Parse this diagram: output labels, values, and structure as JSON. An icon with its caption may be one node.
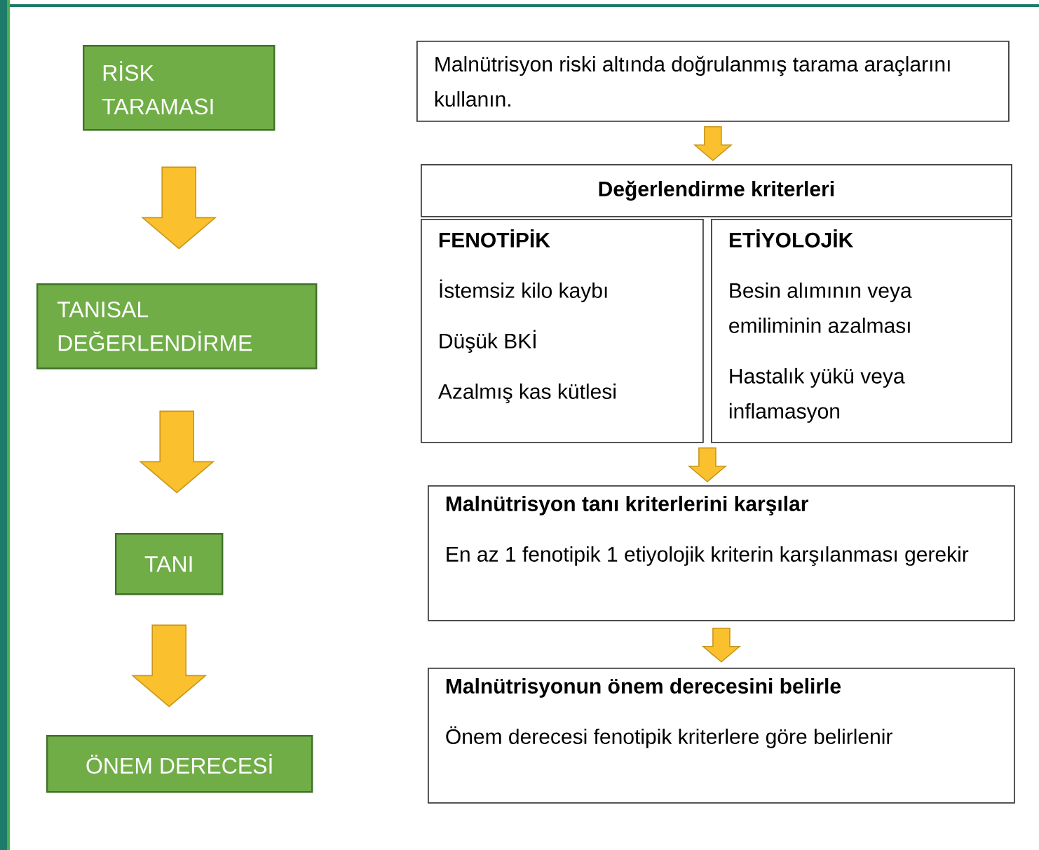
{
  "diagram": {
    "nodes": [
      {
        "text": [
          "RİSK TARAMASI"
        ]
      },
      {
        "text": [
          "TANISAL DEĞERLENDİRME"
        ]
      },
      {
        "text": [
          "TANI"
        ]
      },
      {
        "text": [
          "ÖNEM DERECESİ"
        ]
      },
      {
        "text": [
          "Malnütrisyon riski altında doğrulanmış tarama araçlarını kullanın."
        ]
      },
      {
        "text": [
          "Değerlendirme kriterleri"
        ]
      },
      {
        "text": [
          "FENOTİPİK",
          "İstemsiz kilo kaybı",
          "Düşük BKİ",
          "Azalmış kas kütlesi"
        ]
      },
      {
        "text": [
          "ETİYOLOJİK",
          "Besin alımının veya emiliminin azalması",
          "Hastalık yükü veya inflamasyon"
        ]
      },
      {
        "text": [
          "Malnütrisyon tanı kriterlerini karşılar",
          "En az 1 fenotipik 1 etiyolojik kriterin karşılanması gerekir"
        ]
      },
      {
        "text": [
          "Malnütrisyonun önem derecesini belirle",
          "Önem derecesi fenotipik kriterlere göre belirlenir"
        ]
      }
    ],
    "edges": [
      {
        "from": 0,
        "to": 1,
        "arrow": "to"
      },
      {
        "from": 1,
        "to": 2,
        "arrow": "to"
      },
      {
        "from": 2,
        "to": 3,
        "arrow": "to"
      },
      {
        "from": 4,
        "to": 5,
        "arrow": "to"
      },
      {
        "from": 6,
        "to": 8,
        "arrow": "to"
      },
      {
        "from": 7,
        "to": 8,
        "arrow": "to"
      },
      {
        "from": 8,
        "to": 9,
        "arrow": "to"
      }
    ]
  }
}
